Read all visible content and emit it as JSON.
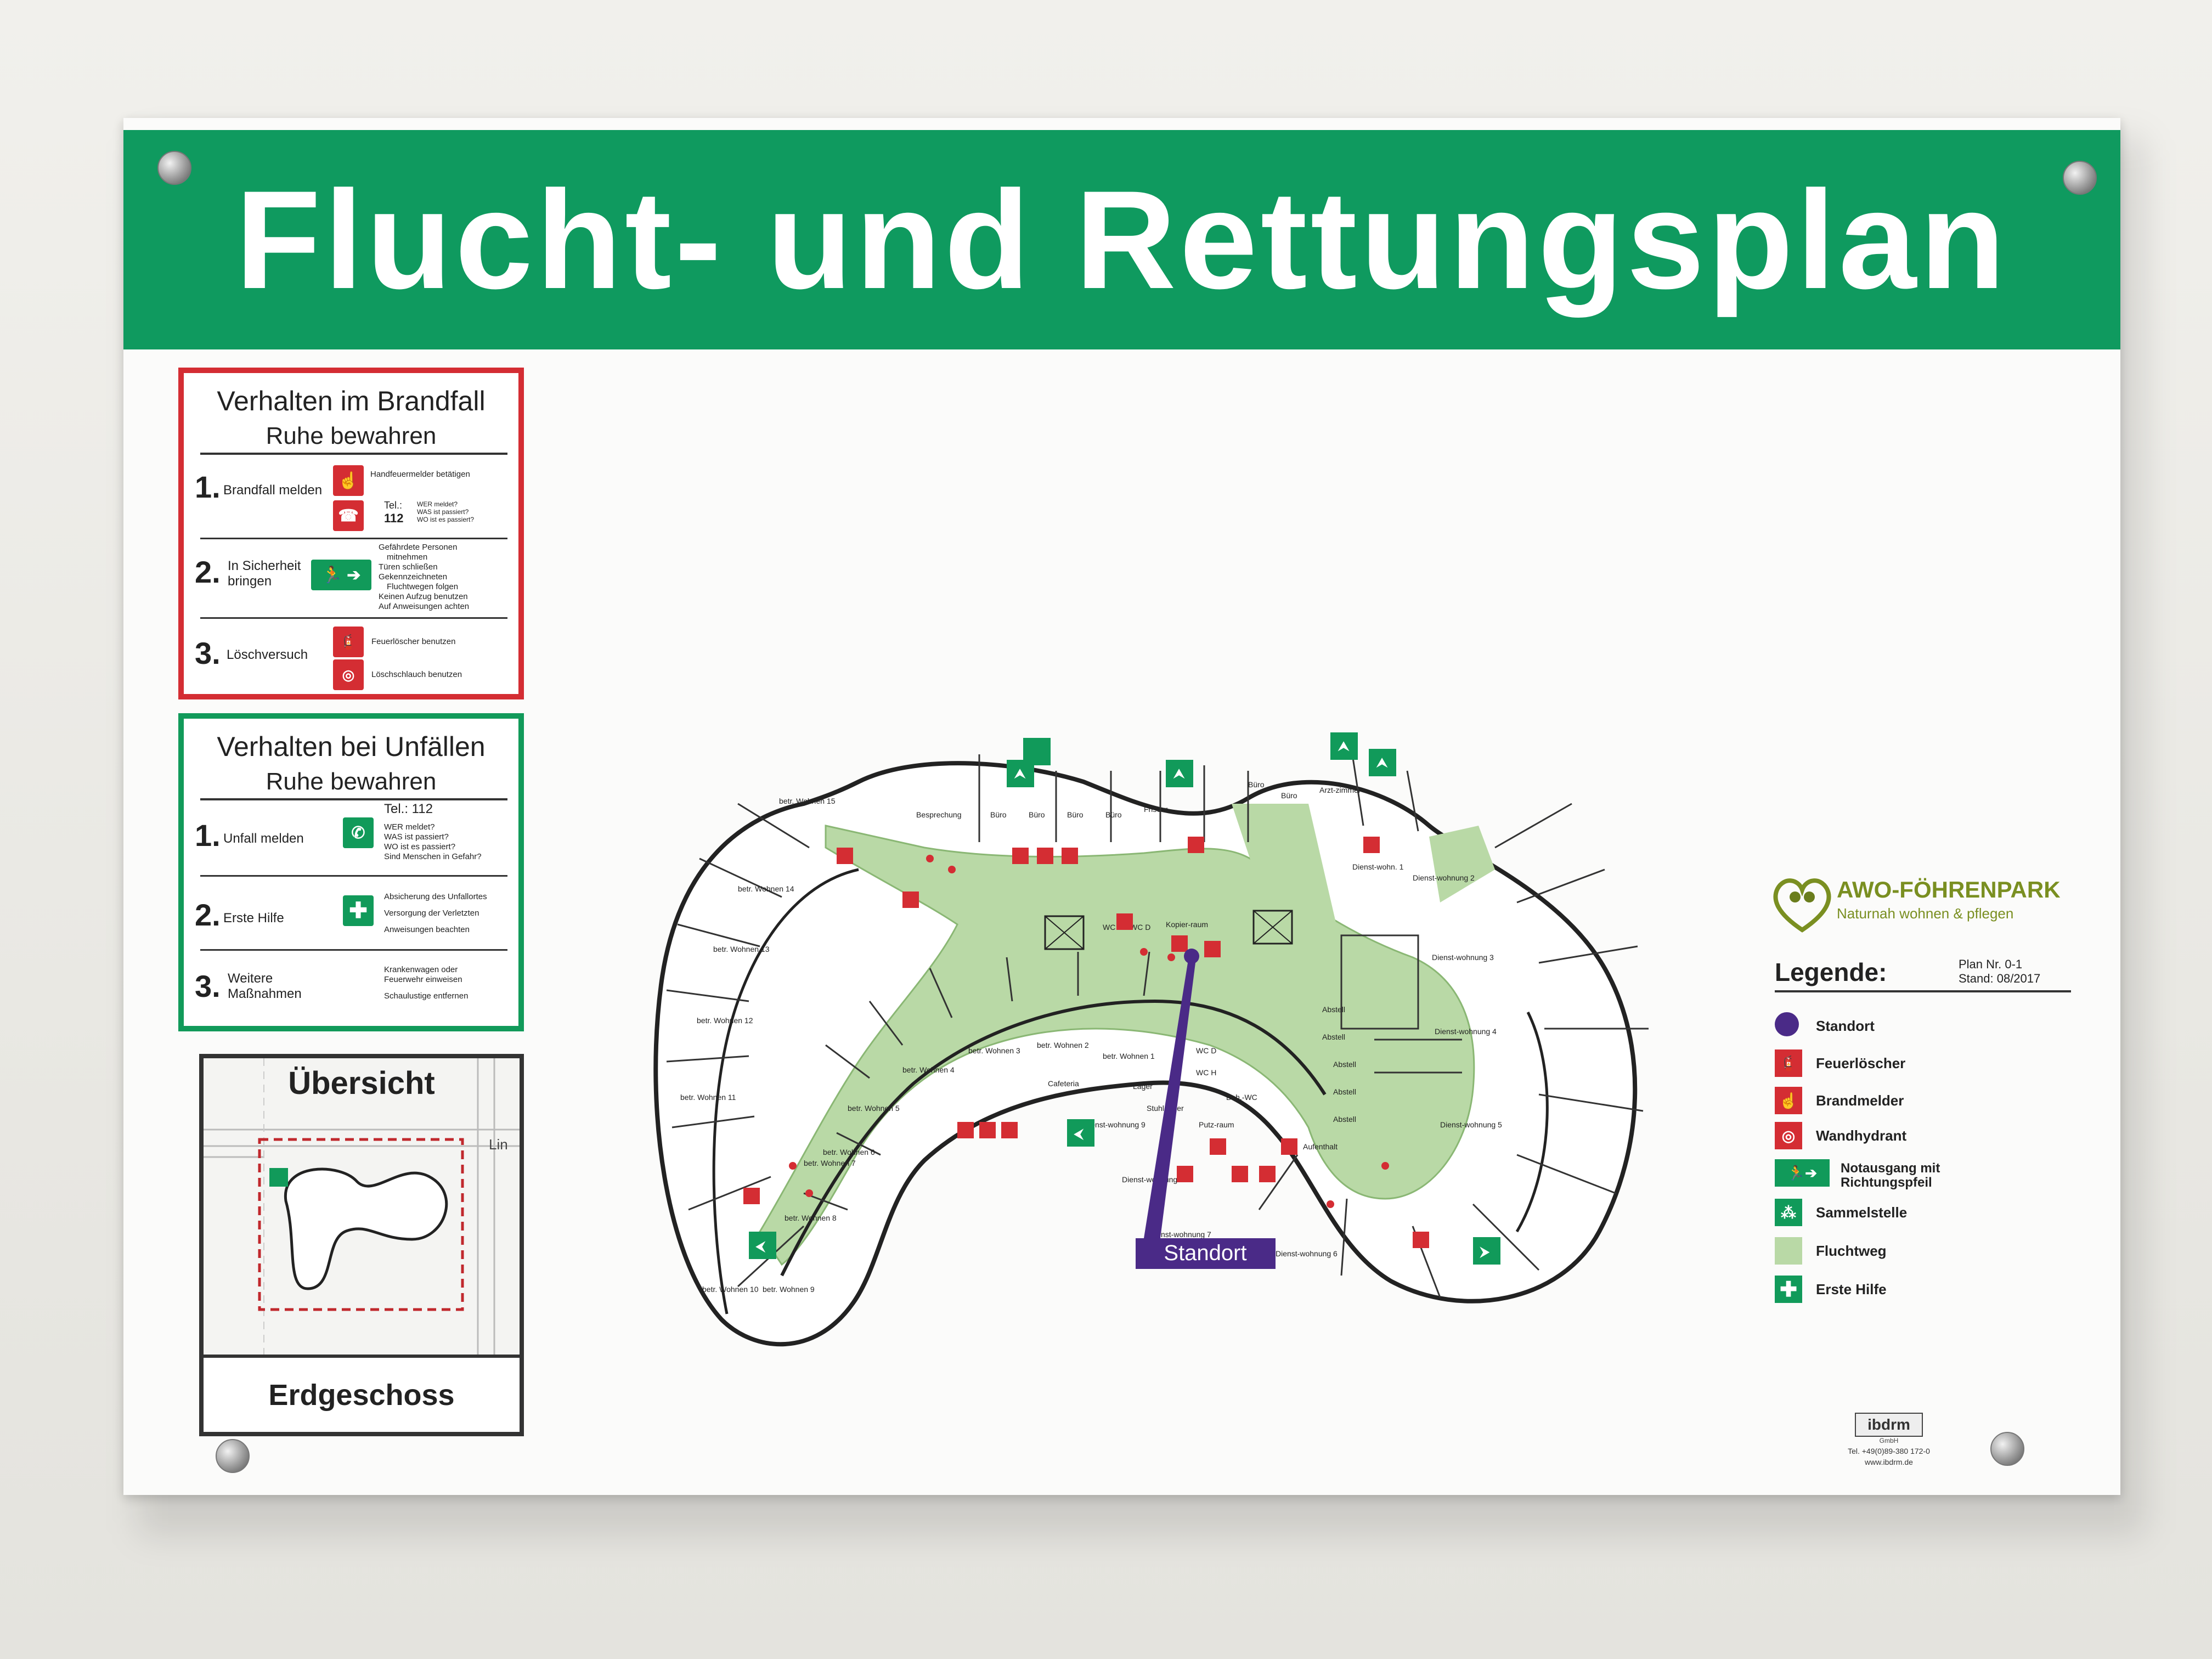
{
  "header": {
    "title": "Flucht- und Rettungsplan"
  },
  "fire_panel": {
    "title": "Verhalten im Brandfall",
    "subtitle": "Ruhe bewahren",
    "steps": [
      {
        "num": "1.",
        "label": "Brandfall melden",
        "notes": [
          "Handfeuermelder betätigen",
          "Tel.:",
          "112",
          "WER meldet?",
          "WAS ist passiert?",
          "WO ist es passiert?"
        ]
      },
      {
        "num": "2.",
        "label_line1": "In Sicherheit",
        "label_line2": "bringen",
        "notes": [
          "Gefährdete Personen",
          "mitnehmen",
          "Türen schließen",
          "Gekennzeichneten",
          "Fluchtwegen folgen",
          "Keinen Aufzug benutzen",
          "Auf Anweisungen achten"
        ]
      },
      {
        "num": "3.",
        "label": "Löschversuch",
        "notes": [
          "Feuerlöscher benutzen",
          "Löschschlauch benutzen"
        ]
      }
    ]
  },
  "accident_panel": {
    "title": "Verhalten bei Unfällen",
    "subtitle": "Ruhe bewahren",
    "steps": [
      {
        "num": "1.",
        "label": "Unfall melden",
        "tel": "Tel.: 112",
        "notes": [
          "WER meldet?",
          "WAS ist passiert?",
          "WO ist es passiert?",
          "Sind Menschen in Gefahr?"
        ]
      },
      {
        "num": "2.",
        "label": "Erste Hilfe",
        "notes": [
          "Absicherung des Unfallortes",
          "Versorgung der Verletzten",
          "Anweisungen beachten"
        ]
      },
      {
        "num": "3.",
        "label_line1": "Weitere",
        "label_line2": "Maßnahmen",
        "notes": [
          "Krankenwagen oder",
          "Feuerwehr einweisen",
          "Schaulustige entfernen"
        ]
      }
    ]
  },
  "overview": {
    "title": "Übersicht",
    "street": "Lin",
    "footer": "Erdgeschoss"
  },
  "plan": {
    "standort_label": "Standort",
    "rooms": [
      "betr. Wohnen 15",
      "betr. Wohnen 14",
      "betr. Wohnen 13",
      "betr. Wohnen 12",
      "betr. Wohnen 11",
      "betr. Wohnen 10",
      "betr. Wohnen 9",
      "betr. Wohnen 8",
      "betr. Wohnen 7",
      "betr. Wohnen 6",
      "betr. Wohnen 5",
      "betr. Wohnen 4",
      "betr. Wohnen 3",
      "betr. Wohnen 2",
      "betr. Wohnen 1",
      "Besprechung",
      "Büro",
      "Büro",
      "Büro",
      "Büro",
      "Friseur",
      "Büro",
      "Büro",
      "Arzt-zimmer",
      "Dienst-wohn. 1",
      "Dienst-wohnung 2",
      "Dienst-wohnung 3",
      "Dienst-wohnung 4",
      "Dienst-wohnung 5",
      "Dienst-wohnung 6",
      "Dienst-wohnung 7",
      "Dienst-wohnung 8",
      "Dienst-wohnung 9",
      "Cafeteria",
      "Lager",
      "Stuhl-lager",
      "Putz-raum",
      "Aufenthalt",
      "Abstell",
      "Abstell",
      "Abstell",
      "Abstell",
      "Abstell",
      "WC D",
      "WC H",
      "Beh.-WC",
      "WC H",
      "WC D",
      "Kopier-raum"
    ]
  },
  "logo": {
    "title": "AWO-FÖHRENPARK",
    "subtitle": "Naturnah wohnen & pflegen"
  },
  "legend": {
    "title": "Legende:",
    "plan_nr": "Plan Nr. 0-1",
    "stand": "Stand: 08/2017",
    "items": [
      {
        "label": "Standort",
        "icon": "location-dot-icon"
      },
      {
        "label": "Feuerlöscher",
        "icon": "fire-extinguisher-icon"
      },
      {
        "label": "Brandmelder",
        "icon": "fire-alarm-icon"
      },
      {
        "label": "Wandhydrant",
        "icon": "fire-hose-icon"
      },
      {
        "label": "Notausgang mit Richtungspfeil",
        "icon": "emergency-exit-icon"
      },
      {
        "label": "Sammelstelle",
        "icon": "assembly-point-icon"
      },
      {
        "label": "Fluchtweg",
        "icon": "escape-route-icon"
      },
      {
        "label": "Erste Hilfe",
        "icon": "first-aid-icon"
      }
    ]
  },
  "maker": {
    "name": "ibdrm",
    "sub": "GmbH",
    "tel": "Tel. +49(0)89-380 172-0",
    "web": "www.ibdrm.de"
  },
  "colors": {
    "header_green": "#0f9a5f",
    "fire_red": "#d42d33",
    "escape_route": "#b9d9a6",
    "standort_purple": "#4a2a87",
    "logo_olive": "#7a8f21"
  }
}
